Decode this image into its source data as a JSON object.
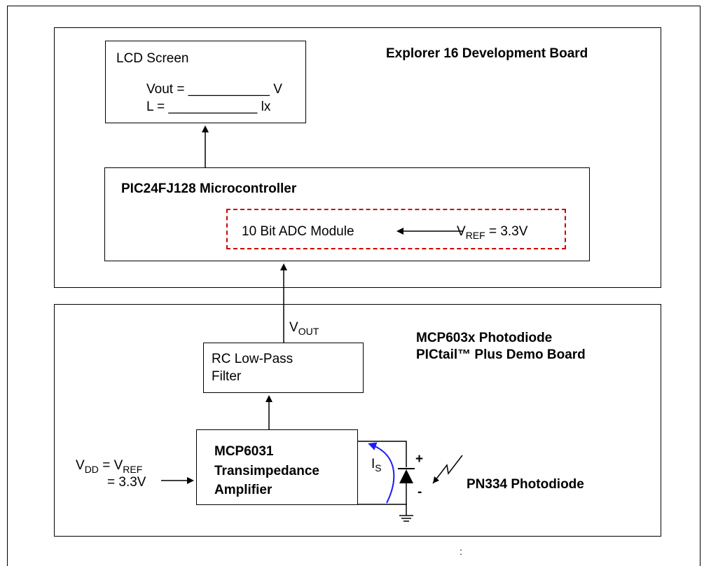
{
  "explorer_board": {
    "title": "Explorer 16 Development Board",
    "lcd": {
      "title": "LCD Screen",
      "vout_line": "Vout = ___________ V",
      "l_line": "L = ____________ lx"
    },
    "mcu": {
      "title": "PIC24FJ128 Microcontroller",
      "adc_label": "10 Bit ADC Module",
      "vref_main": "V",
      "vref_sub": "REF",
      "vref_value": " = 3.3V"
    }
  },
  "vout": {
    "main": "V",
    "sub": "OUT"
  },
  "demo_board": {
    "title_line1": "MCP603x Photodiode",
    "title_line2": "PICtail™ Plus Demo Board",
    "filter": {
      "line1": "RC Low-Pass",
      "line2": "Filter"
    },
    "amp": {
      "line1": "MCP6031",
      "line2": "Transimpedance",
      "line3": "Amplifier"
    },
    "vdd": {
      "v1": "V",
      "s1": "DD",
      "eq": " = V",
      "s2": "REF",
      "line2": "= 3.3V"
    },
    "is": {
      "main": "I",
      "sub": "S"
    },
    "plus": "+",
    "minus": "-",
    "photodiode_label": "PN334 Photodiode"
  },
  "footer_mark": ":",
  "colors": {
    "stroke": "#000000",
    "adc_dash": "#cc0000",
    "current_arrow": "#1a1aff"
  }
}
